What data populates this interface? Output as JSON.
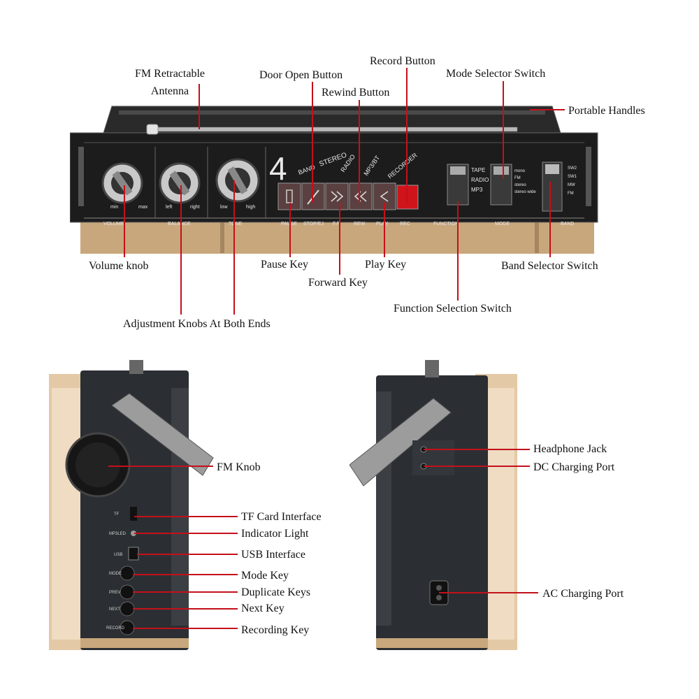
{
  "top_view": {
    "callouts": {
      "fm_antenna_1": "FM Retractable",
      "fm_antenna_2": "Antenna",
      "door_open": "Door Open Button",
      "record": "Record Button",
      "rewind": "Rewind Button",
      "mode_selector": "Mode Selector Switch",
      "handles": "Portable Handles",
      "volume": "Volume knob",
      "adjustment": "Adjustment Knobs At Both Ends",
      "pause": "Pause Key",
      "forward": "Forward Key",
      "play": "Play Key",
      "band_selector": "Band Selector Switch",
      "function_selection": "Function Selection Switch"
    },
    "panel": {
      "number": "4",
      "band_label": "BAND",
      "stereo_label": "STEREO",
      "radio_label": "RADIO",
      "mp3bt_label": "MP3/BT",
      "recorder_label": "RECORDER",
      "knob_labels": [
        {
          "left": "min",
          "right": "max",
          "bottom": "VOLUME"
        },
        {
          "left": "left",
          "right": "right",
          "bottom": "BALANCE"
        },
        {
          "left": "low",
          "right": "high",
          "bottom": "TONE"
        }
      ],
      "key_labels": [
        "PAUSE",
        "STOP/EJ",
        "F.F.",
        "REW",
        "PLAY",
        "REC"
      ],
      "function_options": [
        "TAPE",
        "RADIO",
        "MP3"
      ],
      "function_bottom": "FUNCTION",
      "mode_options": [
        "mono",
        "FM",
        "stereo",
        "stereo wide"
      ],
      "mode_bottom": "MODE",
      "band_options": [
        "SW2",
        "SW1",
        "MW",
        "FM"
      ],
      "band_bottom": "BAND"
    }
  },
  "left_view": {
    "callouts": {
      "fm_knob": "FM Knob",
      "tf_card": "TF Card Interface",
      "indicator": "Indicator Light",
      "usb": "USB Interface",
      "mode_key": "Mode Key",
      "duplicate": "Duplicate Keys",
      "next": "Next Key",
      "recording": "Recording Key"
    },
    "side_labels": [
      "TF",
      "MP3LED",
      "USB",
      "MODE",
      "PREV",
      "NEXT",
      "RECORD"
    ]
  },
  "right_view": {
    "callouts": {
      "headphone": "Headphone Jack",
      "dc_port": "DC Charging Port",
      "ac_port": "AC Charging Port"
    }
  },
  "colors": {
    "leader_line": "#c4101a",
    "body_tan": "#c9a77c",
    "panel_black": "#1c1c1c",
    "record_red": "#d0141c"
  }
}
